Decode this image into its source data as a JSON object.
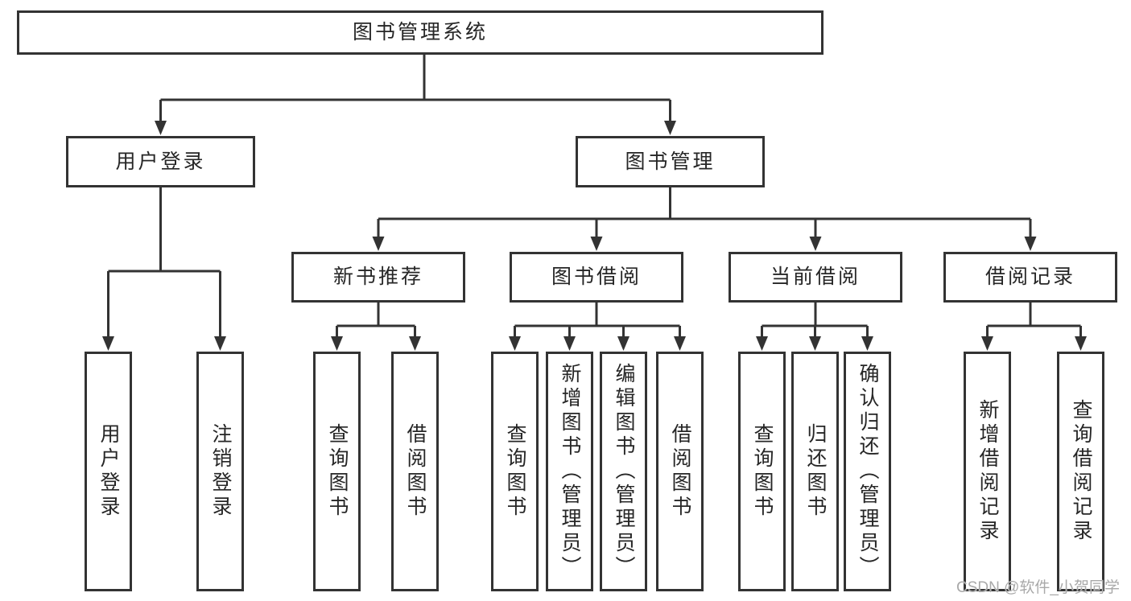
{
  "tree": {
    "label": "图书管理系统",
    "children": [
      {
        "label": "用户登录",
        "children": [
          {
            "label": "用户登录"
          },
          {
            "label": "注销登录"
          }
        ]
      },
      {
        "label": "图书管理",
        "children": [
          {
            "label": "新书推荐",
            "children": [
              {
                "label": "查询图书"
              },
              {
                "label": "借阅图书"
              }
            ]
          },
          {
            "label": "图书借阅",
            "children": [
              {
                "label": "查询图书"
              },
              {
                "label": "新增图书（管理员）"
              },
              {
                "label": "编辑图书（管理员）"
              },
              {
                "label": "借阅图书"
              }
            ]
          },
          {
            "label": "当前借阅",
            "children": [
              {
                "label": "查询图书"
              },
              {
                "label": "归还图书"
              },
              {
                "label": "确认归还（管理员）"
              }
            ]
          },
          {
            "label": "借阅记录",
            "children": [
              {
                "label": "新增借阅记录"
              },
              {
                "label": "查询借阅记录"
              }
            ]
          }
        ]
      }
    ]
  },
  "watermark": {
    "text": "CSDN @软件_小贺同学"
  },
  "colors": {
    "line": "#333333",
    "box_border": "#333333",
    "box_fill": "#ffffff",
    "text": "#262626",
    "watermark": "#a9a9a9",
    "background": "#ffffff"
  }
}
